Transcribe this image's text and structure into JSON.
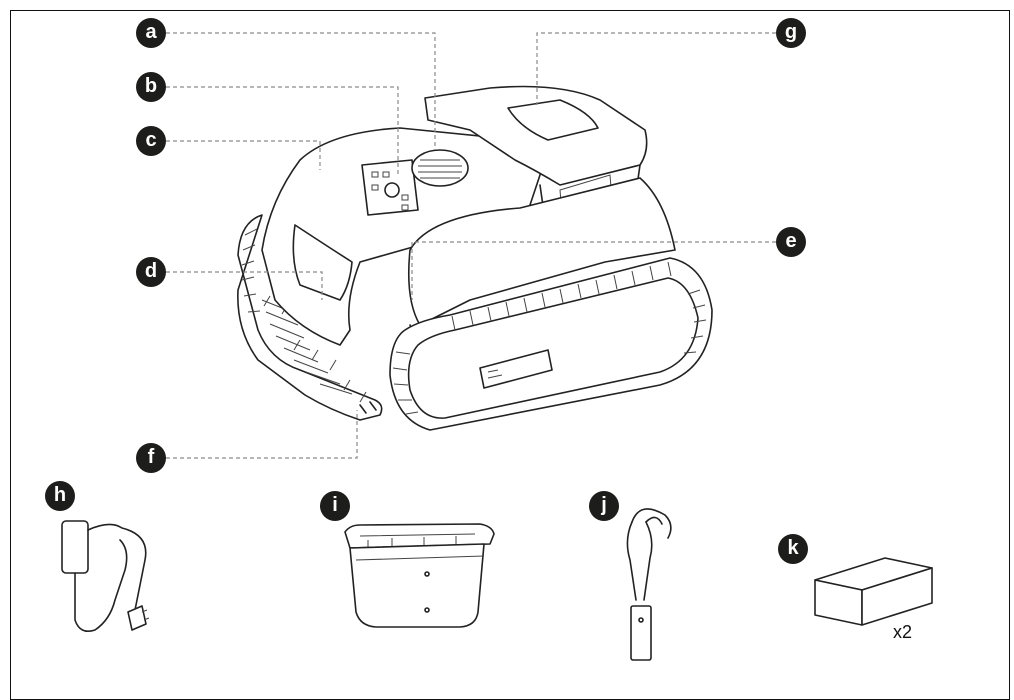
{
  "callouts": {
    "a": "a",
    "b": "b",
    "c": "c",
    "d": "d",
    "e": "e",
    "f": "f",
    "g": "g",
    "h": "h",
    "i": "i",
    "j": "j",
    "k": "k"
  },
  "accessories": {
    "quantity_k": "x2"
  },
  "colors": {
    "label_fill": "#1d1d1b",
    "line": "#222222",
    "leader": "#8a8a8a"
  }
}
